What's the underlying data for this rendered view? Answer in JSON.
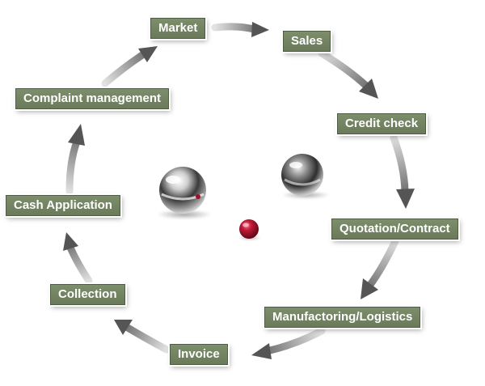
{
  "diagram": {
    "steps": [
      {
        "id": "market",
        "label": "Market"
      },
      {
        "id": "sales",
        "label": "Sales"
      },
      {
        "id": "credit",
        "label": "Credit check"
      },
      {
        "id": "quotation",
        "label": "Quotation/Contract"
      },
      {
        "id": "manufacturing",
        "label": "Manufactoring/Logistics"
      },
      {
        "id": "invoice",
        "label": "Invoice"
      },
      {
        "id": "collection",
        "label": "Collection"
      },
      {
        "id": "cash",
        "label": "Cash Application"
      },
      {
        "id": "complaint",
        "label": "Complaint management"
      }
    ],
    "colors": {
      "box_fill": "#748562",
      "box_text": "#ffffff",
      "arrow": "#5a5a5a",
      "ball_red": "#a3102a"
    }
  }
}
